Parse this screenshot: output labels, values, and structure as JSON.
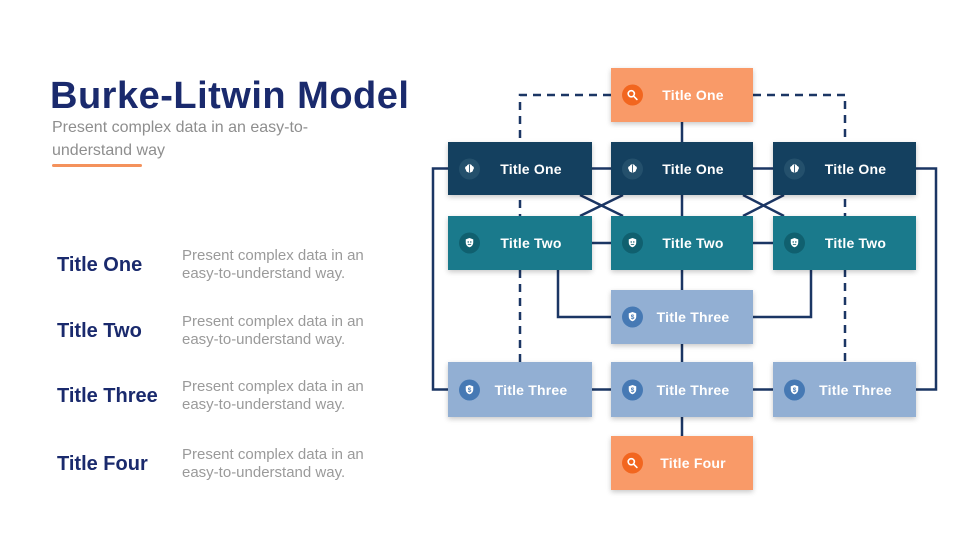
{
  "slide": {
    "title": "Burke-Litwin Model",
    "subtitle": "Present complex data in an easy-to-understand way",
    "accent_color": "#F4925C"
  },
  "legend": {
    "items": [
      {
        "label": "Title One",
        "description": "Present complex data in an easy-to-understand way."
      },
      {
        "label": "Title Two",
        "description": "Present complex data in an easy-to-understand way."
      },
      {
        "label": "Title Three",
        "description": "Present complex data in an easy-to-understand way."
      },
      {
        "label": "Title Four",
        "description": "Present complex data in an easy-to-understand way."
      }
    ]
  },
  "diagram": {
    "colors": {
      "navy_box": "#14405F",
      "teal_box": "#1A7A8C",
      "blue_box": "#92AFD3",
      "orange_box": "#F99A68",
      "orange_badge": "#F2661F",
      "blue_badge": "#4679B4",
      "line": "#1B3664"
    },
    "nodes": [
      {
        "id": "top-orange",
        "label": "Title One",
        "icon": "magnifier-icon",
        "variant": "orange"
      },
      {
        "id": "navy-left",
        "label": "Title One",
        "icon": "brain-icon",
        "variant": "navy"
      },
      {
        "id": "navy-mid",
        "label": "Title One",
        "icon": "brain-icon",
        "variant": "navy"
      },
      {
        "id": "navy-right",
        "label": "Title One",
        "icon": "brain-icon",
        "variant": "navy"
      },
      {
        "id": "teal-left",
        "label": "Title Two",
        "icon": "shield-face-icon",
        "variant": "teal"
      },
      {
        "id": "teal-mid",
        "label": "Title Two",
        "icon": "shield-face-icon",
        "variant": "teal"
      },
      {
        "id": "teal-right",
        "label": "Title Two",
        "icon": "shield-face-icon",
        "variant": "teal"
      },
      {
        "id": "mid-blue",
        "label": "Title Three",
        "icon": "shield-dollar-icon",
        "variant": "blue"
      },
      {
        "id": "bottom-left",
        "label": "Title Three",
        "icon": "shield-dollar-icon",
        "variant": "blue"
      },
      {
        "id": "bottom-mid",
        "label": "Title Three",
        "icon": "shield-dollar-icon",
        "variant": "blue"
      },
      {
        "id": "bottom-right",
        "label": "Title Three",
        "icon": "shield-dollar-icon",
        "variant": "blue"
      },
      {
        "id": "bottom-orange",
        "label": "Title Four",
        "icon": "magnifier-icon",
        "variant": "orange"
      }
    ]
  }
}
